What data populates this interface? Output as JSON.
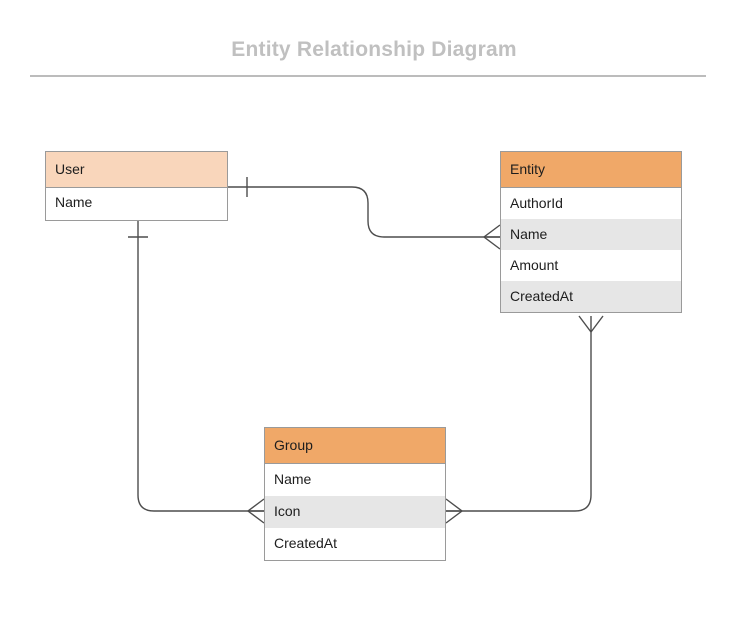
{
  "header": {
    "title": "Entity Relationship Diagram"
  },
  "diagram": {
    "type": "entity-relationship",
    "tables": [
      {
        "id": "user",
        "name": "User",
        "header_color": "#f9d6bb",
        "fields": [
          {
            "label": "Name",
            "shaded": false
          }
        ]
      },
      {
        "id": "entity",
        "name": "Entity",
        "header_color": "#f0a868",
        "fields": [
          {
            "label": "AuthorId",
            "shaded": false
          },
          {
            "label": "Name",
            "shaded": true
          },
          {
            "label": "Amount",
            "shaded": false
          },
          {
            "label": "CreatedAt",
            "shaded": true
          }
        ]
      },
      {
        "id": "group",
        "name": "Group",
        "header_color": "#f0a868",
        "fields": [
          {
            "label": "Name",
            "shaded": false
          },
          {
            "label": "Icon",
            "shaded": true
          },
          {
            "label": "CreatedAt",
            "shaded": false
          }
        ]
      }
    ],
    "relationships": [
      {
        "id": "user-entity",
        "from": "User",
        "to": "Entity",
        "from_notation": "one",
        "to_notation": "many"
      },
      {
        "id": "entity-group",
        "from": "Entity",
        "to": "Group",
        "from_notation": "many",
        "to_notation": "many"
      },
      {
        "id": "user-group",
        "from": "User",
        "to": "Group",
        "from_notation": "one",
        "to_notation": "many"
      }
    ],
    "line_color": "#4d4d4d",
    "border_color": "#9a9a9a",
    "row_shade_color": "#e6e6e6"
  }
}
